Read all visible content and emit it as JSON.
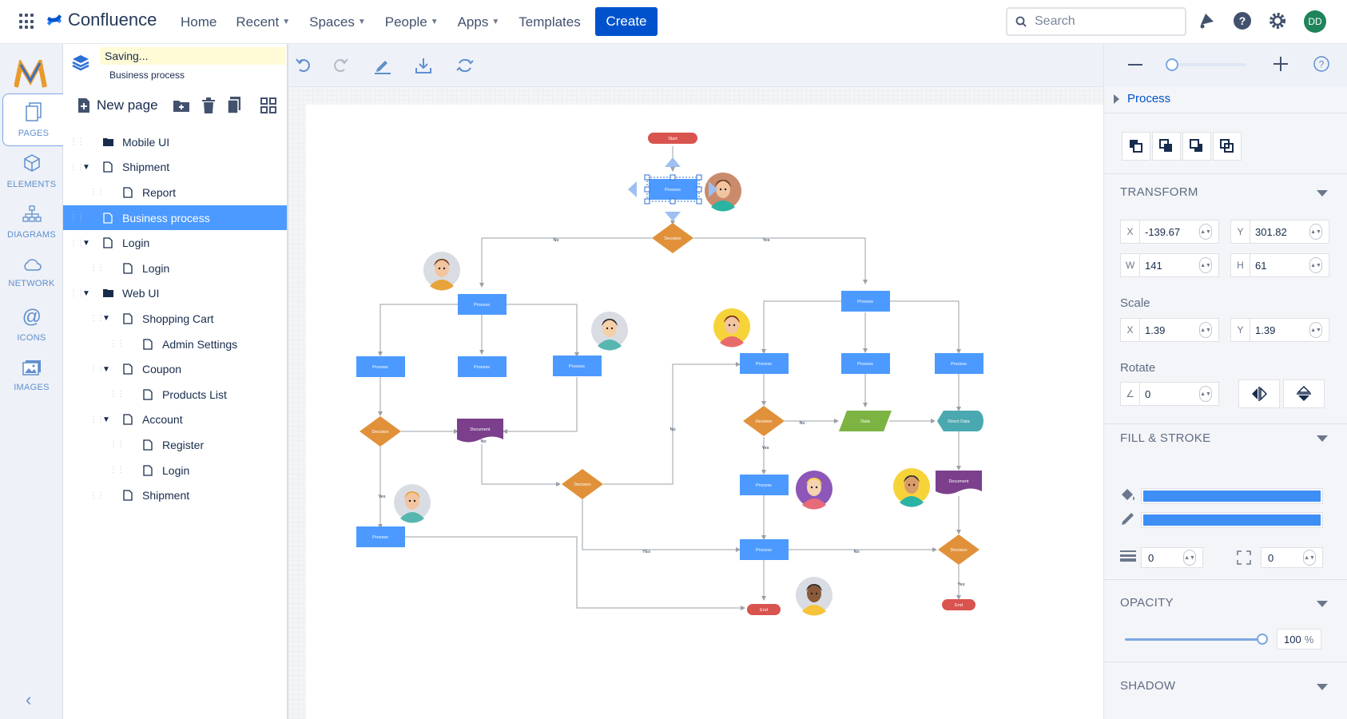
{
  "topbar": {
    "brand": "Confluence",
    "nav": [
      {
        "label": "Home",
        "dropdown": false
      },
      {
        "label": "Recent",
        "dropdown": true
      },
      {
        "label": "Spaces",
        "dropdown": true
      },
      {
        "label": "People",
        "dropdown": true
      },
      {
        "label": "Apps",
        "dropdown": true
      },
      {
        "label": "Templates",
        "dropdown": false
      }
    ],
    "create_label": "Create",
    "search_placeholder": "Search",
    "avatar_initials": "DD"
  },
  "rail": {
    "items": [
      {
        "label": "PAGES",
        "icon": "pages-icon",
        "active": true
      },
      {
        "label": "ELEMENTS",
        "icon": "cube-icon",
        "active": false
      },
      {
        "label": "DIAGRAMS",
        "icon": "hierarchy-icon",
        "active": false
      },
      {
        "label": "NETWORK",
        "icon": "cloud-icon",
        "active": false
      },
      {
        "label": "ICONS",
        "icon": "at-icon",
        "active": false
      },
      {
        "label": "IMAGES",
        "icon": "image-icon",
        "active": false
      }
    ]
  },
  "tree": {
    "status": "Saving...",
    "current_page": "Business process",
    "new_page_label": "New page",
    "items": [
      {
        "label": "Mobile UI",
        "depth": 0,
        "type": "folder",
        "toggle": "",
        "selected": false
      },
      {
        "label": "Shipment",
        "depth": 0,
        "type": "page",
        "toggle": "▼",
        "selected": false
      },
      {
        "label": "Report",
        "depth": 1,
        "type": "page",
        "toggle": "",
        "selected": false
      },
      {
        "label": "Business process",
        "depth": 0,
        "type": "page",
        "toggle": "",
        "selected": true
      },
      {
        "label": "Login",
        "depth": 0,
        "type": "page",
        "toggle": "▼",
        "selected": false
      },
      {
        "label": "Login",
        "depth": 1,
        "type": "page",
        "toggle": "",
        "selected": false
      },
      {
        "label": "Web UI",
        "depth": 0,
        "type": "folder",
        "toggle": "▼",
        "selected": false
      },
      {
        "label": "Shopping Cart",
        "depth": 1,
        "type": "page",
        "toggle": "▼",
        "selected": false
      },
      {
        "label": "Admin Settings",
        "depth": 2,
        "type": "page",
        "toggle": "",
        "selected": false
      },
      {
        "label": "Coupon",
        "depth": 1,
        "type": "page",
        "toggle": "▼",
        "selected": false
      },
      {
        "label": "Products List",
        "depth": 2,
        "type": "page",
        "toggle": "",
        "selected": false
      },
      {
        "label": "Account",
        "depth": 1,
        "type": "page",
        "toggle": "▼",
        "selected": false
      },
      {
        "label": "Register",
        "depth": 2,
        "type": "page",
        "toggle": "",
        "selected": false
      },
      {
        "label": "Login",
        "depth": 2,
        "type": "page",
        "toggle": "",
        "selected": false
      },
      {
        "label": "Shipment",
        "depth": 1,
        "type": "page",
        "toggle": "",
        "selected": false
      }
    ]
  },
  "props": {
    "selected_shape": "Process",
    "transform_title": "TRANSFORM",
    "x": "-139.67",
    "y": "301.82",
    "w": "141",
    "h": "61",
    "scale_title": "Scale",
    "scale_x": "1.39",
    "scale_y": "1.39",
    "rotate_title": "Rotate",
    "rotate": "0",
    "fill_title": "FILL & STROKE",
    "fill_color": "#3d8ef5",
    "stroke_color": "#3d8ef5",
    "stroke_width": "0",
    "corner_radius": "0",
    "opacity_title": "OPACITY",
    "opacity": "100",
    "opacity_unit": "%",
    "shadow_title": "SHADOW",
    "keys": {
      "x": "X",
      "y": "Y",
      "w": "W",
      "h": "H"
    }
  },
  "diagram": {
    "colors": {
      "process": "#4c9aff",
      "decision": "#e0913a",
      "document": "#7b3f8c",
      "data": "#7cb342",
      "direct": "#4aa8b0",
      "terminal": "#d9534f",
      "line": "#9aa0a6"
    },
    "labels": {
      "start": "Start",
      "end": "End",
      "process": "Process",
      "decision": "Decision",
      "document": "Document",
      "data": "Data",
      "direct_data": "Direct Data",
      "yes": "Yes",
      "no": "No",
      "yes_lower": "YEs"
    }
  }
}
